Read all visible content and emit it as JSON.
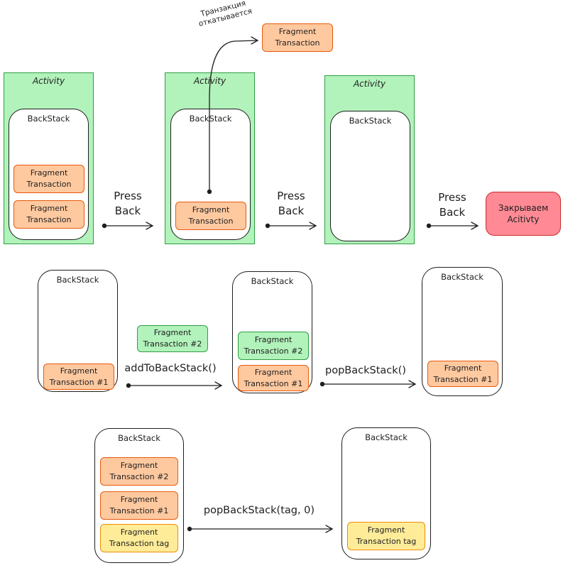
{
  "activity_title": "Activity",
  "backstack_title": "BackStack",
  "press_back_label": "Press\nBack",
  "top_row": {
    "stage1": {
      "cards": [
        "Fragment\nTransaction",
        "Fragment\nTransaction"
      ]
    },
    "stage2": {
      "card": "Fragment\nTransaction"
    },
    "popped_card": "Fragment\nTransaction",
    "rollback_note": "Транзакция\nоткатывается",
    "close_activity": "Закрываем\nAcitivty"
  },
  "middle_row": {
    "stack1_card": "Fragment\nTransaction #1",
    "new_card": "Fragment\nTransaction #2",
    "add_method": "addToBackStack()",
    "stack2_cards": [
      "Fragment\nTransaction #2",
      "Fragment\nTransaction #1"
    ],
    "pop_method": "popBackStack()",
    "stack3_card": "Fragment\nTransaction #1"
  },
  "bottom_row": {
    "stack1_cards": [
      "Fragment\nTransaction #2",
      "Fragment\nTransaction #1",
      "Fragment\nTransaction tag"
    ],
    "pop_method": "popBackStack(tag, 0)",
    "stack2_card": "Fragment\nTransaction tag"
  }
}
